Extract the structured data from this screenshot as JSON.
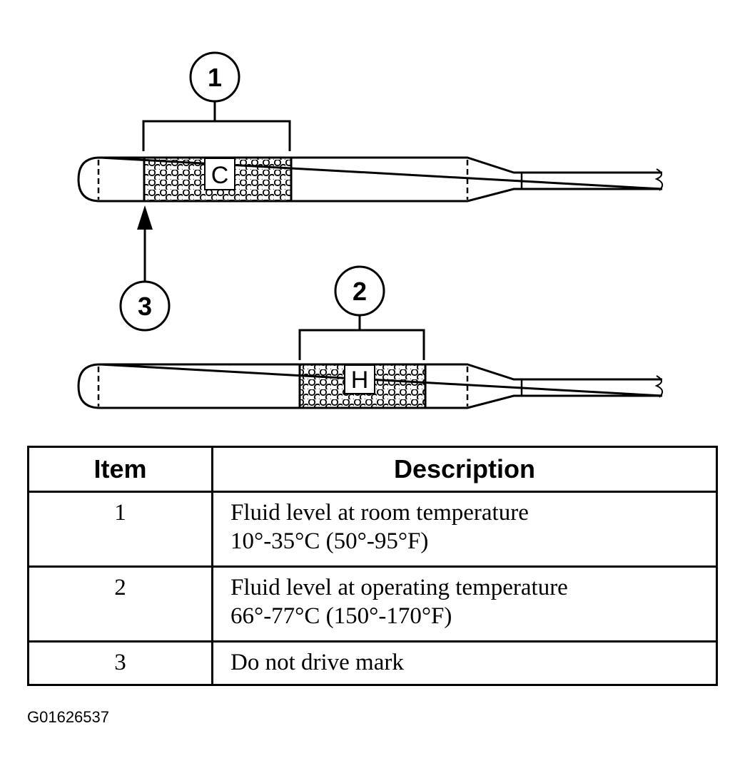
{
  "diagram": {
    "dipstick_cold": {
      "mark_label": "C"
    },
    "dipstick_hot": {
      "mark_label": "H"
    },
    "callouts": [
      {
        "number": "1"
      },
      {
        "number": "2"
      },
      {
        "number": "3"
      }
    ]
  },
  "table": {
    "headers": {
      "item": "Item",
      "description": "Description"
    },
    "rows": [
      {
        "item": "1",
        "line1": "Fluid level at room temperature",
        "line2": "10°-35°C (50°-95°F)"
      },
      {
        "item": "2",
        "line1": "Fluid level at operating temperature",
        "line2": "66°-77°C (150°-170°F)"
      },
      {
        "item": "3",
        "line1": "Do not drive mark"
      }
    ]
  },
  "figure_id": "G01626537"
}
